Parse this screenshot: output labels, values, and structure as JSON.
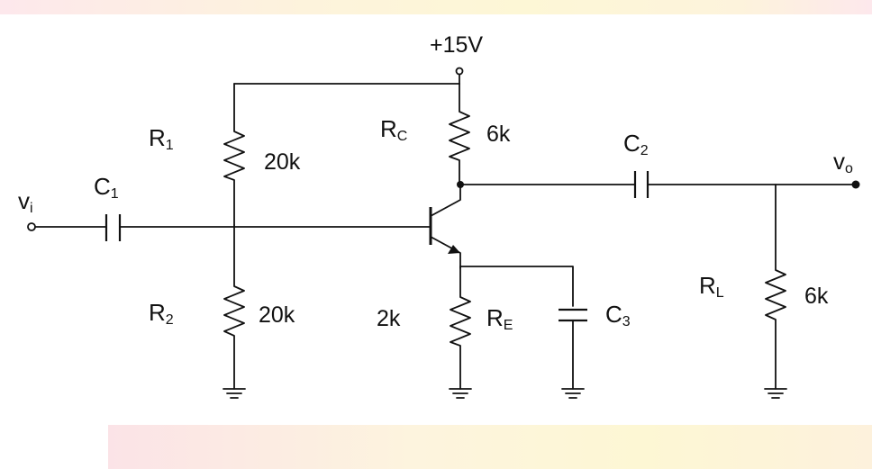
{
  "supply": {
    "label": "+15V"
  },
  "input": {
    "main": "v",
    "sub": "i"
  },
  "output": {
    "main": "v",
    "sub": "o"
  },
  "components": {
    "R1": {
      "main": "R",
      "sub": "1",
      "value": "20k"
    },
    "R2": {
      "main": "R",
      "sub": "2",
      "value": "20k"
    },
    "RC": {
      "main": "R",
      "sub": "C",
      "value": "6k"
    },
    "RE": {
      "main": "R",
      "sub": "E",
      "value": "2k"
    },
    "RL": {
      "main": "R",
      "sub": "L",
      "value": "6k"
    },
    "C1": {
      "main": "C",
      "sub": "1"
    },
    "C2": {
      "main": "C",
      "sub": "2"
    },
    "C3": {
      "main": "C",
      "sub": "3"
    }
  },
  "colors": {
    "line": "#111111",
    "background": "#ffffff"
  }
}
